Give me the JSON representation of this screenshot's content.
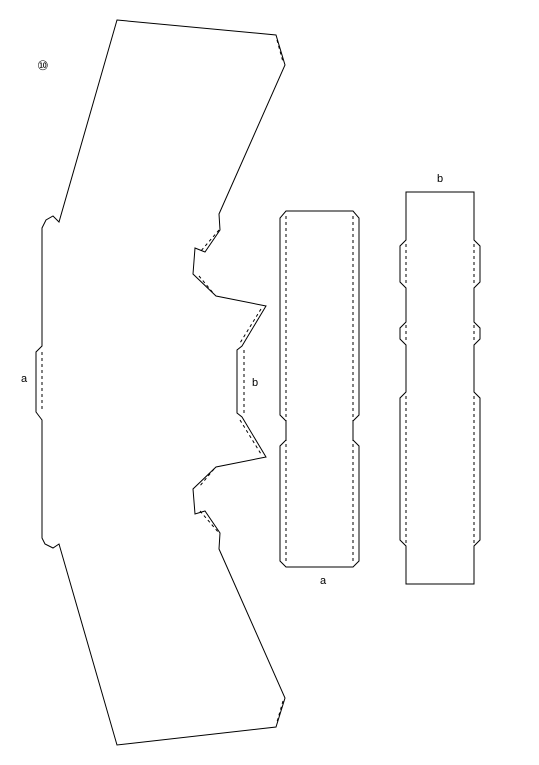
{
  "sheet": {
    "piece_number": "⑩",
    "labels": {
      "main_a": "a",
      "main_b": "b",
      "strip_a": "a",
      "strip_b": "b"
    }
  }
}
